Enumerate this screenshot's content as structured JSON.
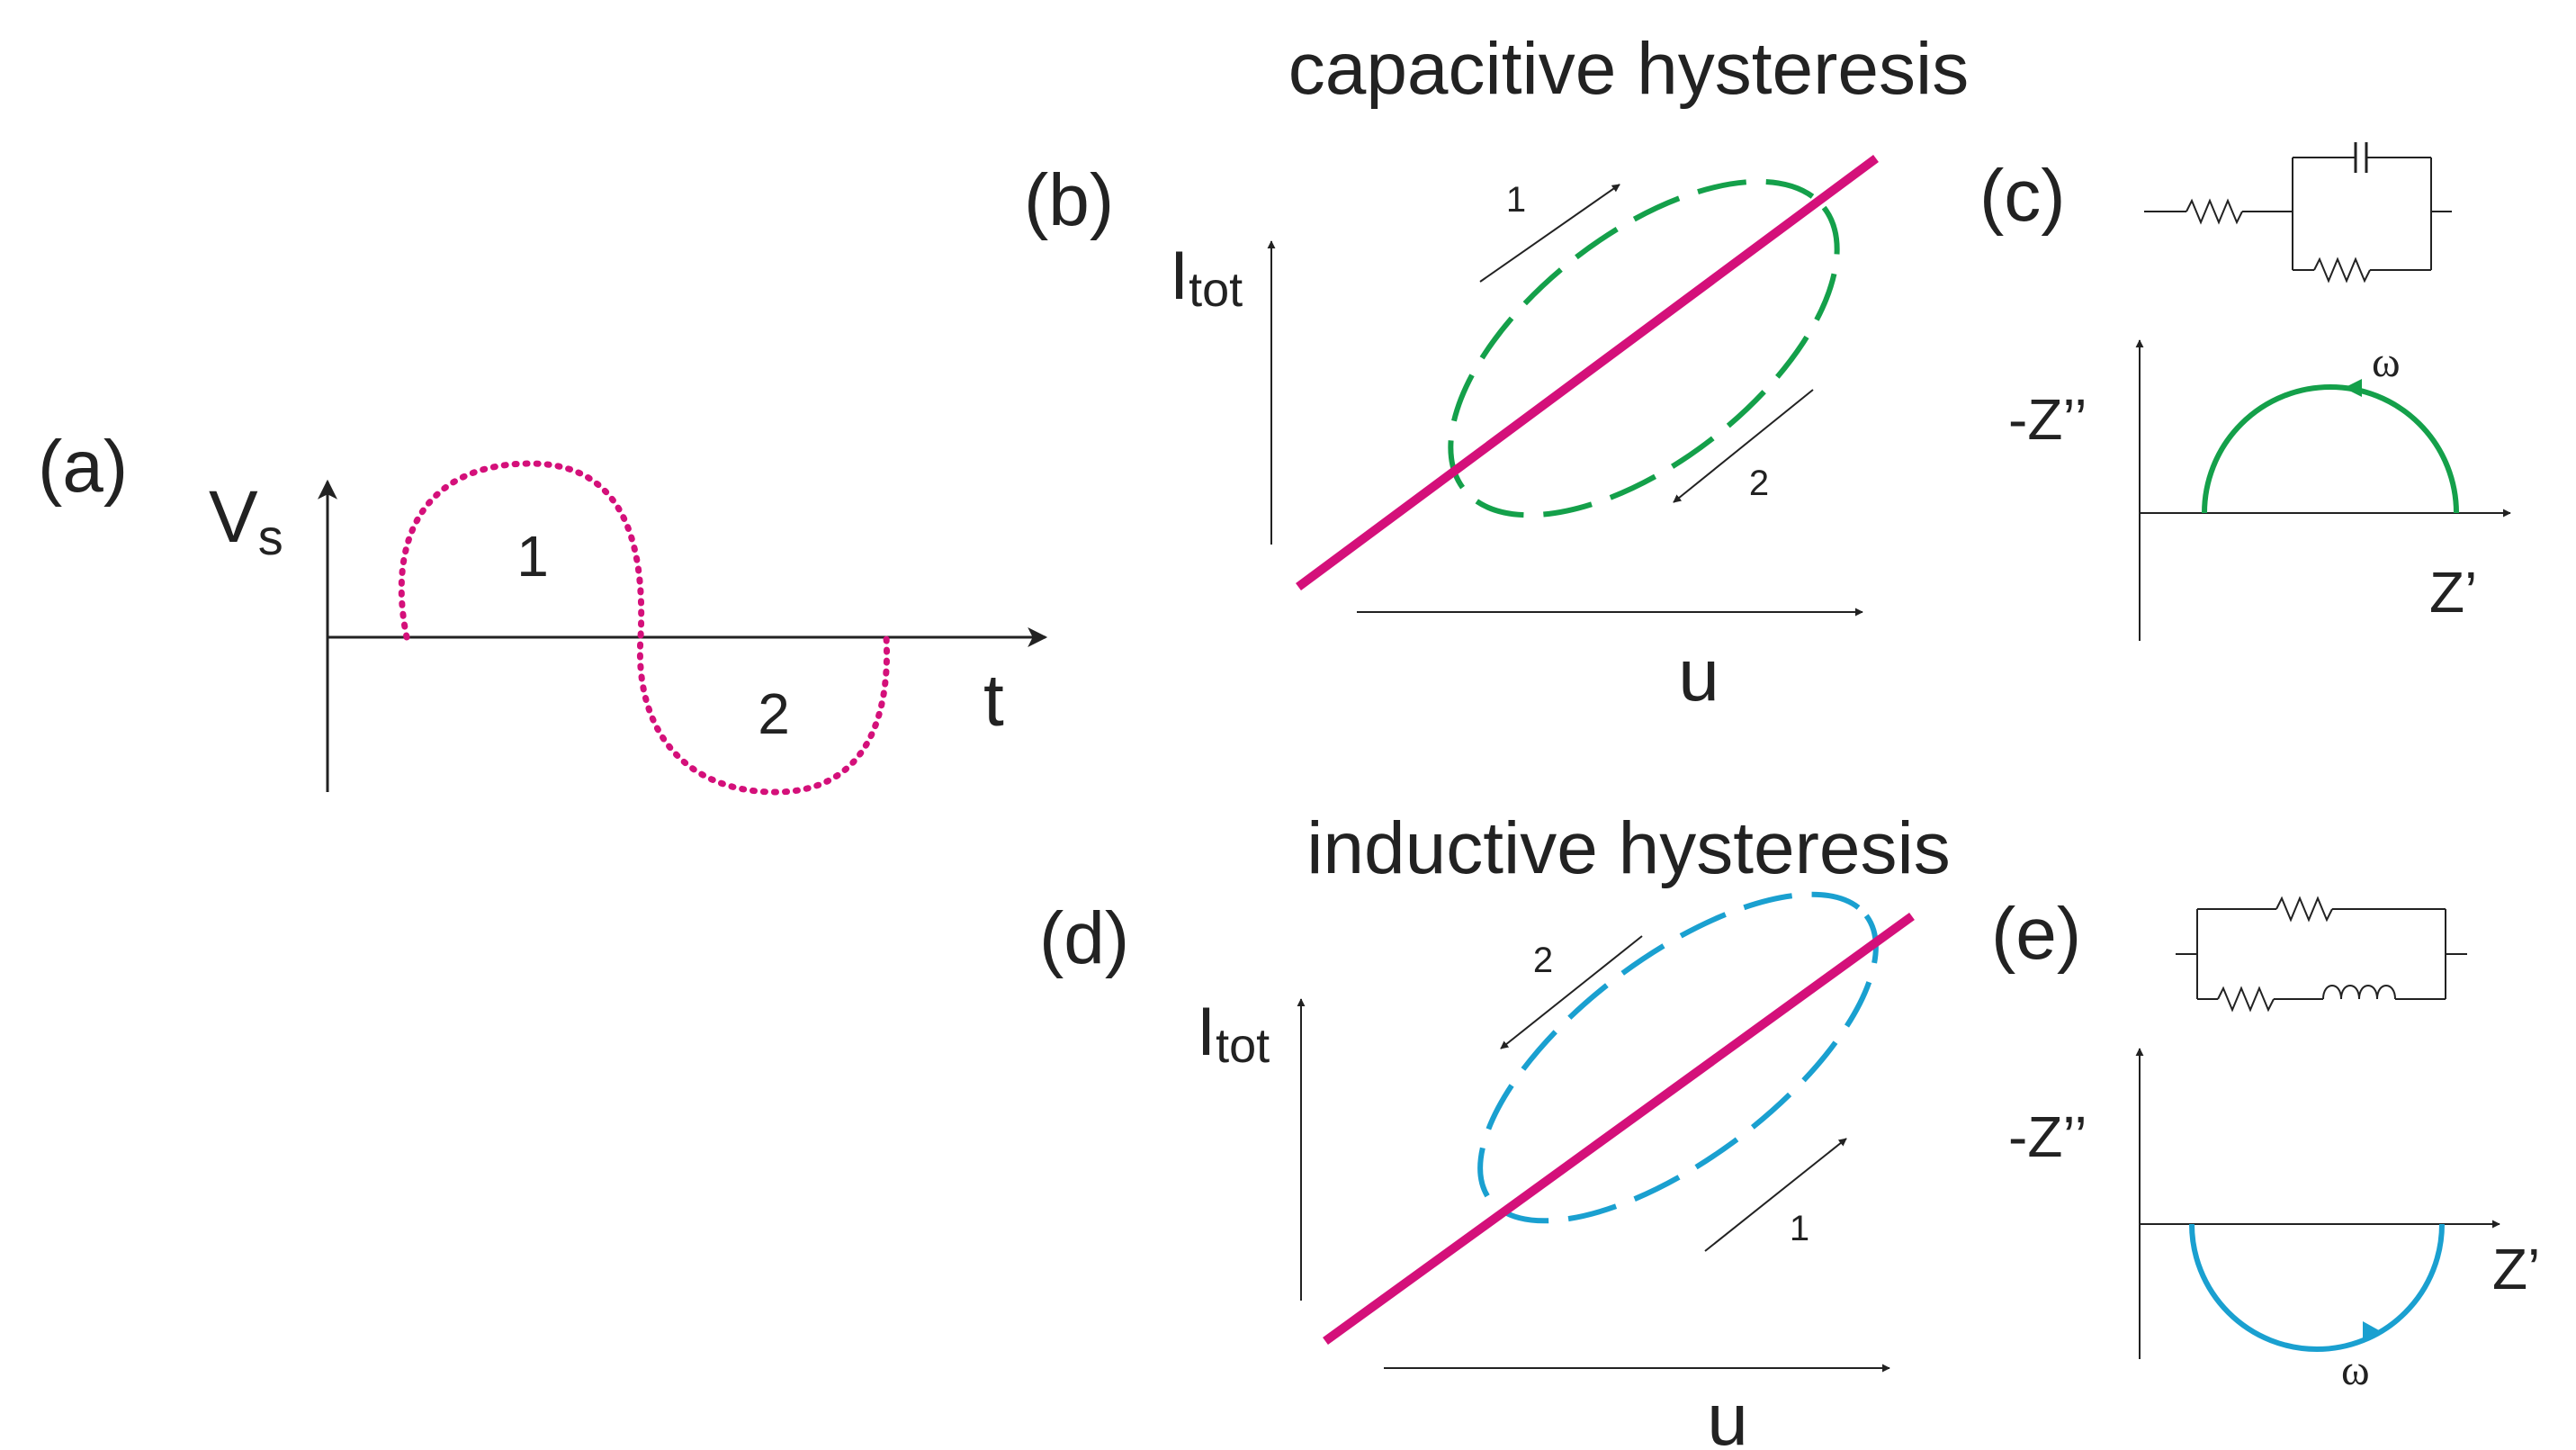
{
  "titles": {
    "capacitive": "capacitive hysteresis",
    "inductive": "inductive hysteresis"
  },
  "panels": {
    "a": {
      "label": "(a)",
      "ylabel": "V",
      "ylabel_sub": "s",
      "xlabel": "t",
      "half1": "1",
      "half2": "2"
    },
    "b": {
      "label": "(b)",
      "ylabel": "I",
      "ylabel_sub": "tot",
      "xlabel": "u",
      "arrow1": "1",
      "arrow2": "2"
    },
    "c": {
      "label": "(c)",
      "ylabel": "-Z’’",
      "xlabel": "Z’",
      "omega": "ω"
    },
    "d": {
      "label": "(d)",
      "ylabel": "I",
      "ylabel_sub": "tot",
      "xlabel": "u",
      "arrow1": "1",
      "arrow2": "2"
    },
    "e": {
      "label": "(e)",
      "ylabel": "-Z’’",
      "xlabel": "Z’",
      "omega": "ω"
    }
  },
  "colors": {
    "ink": "#222222",
    "line": "#d4107a",
    "capacitive_loop": "#14a04a",
    "inductive_loop": "#1aa0d0"
  }
}
